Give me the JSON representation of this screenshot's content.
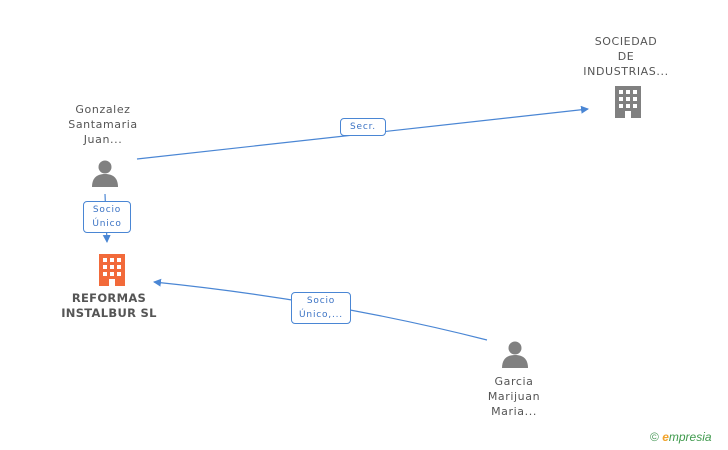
{
  "nodes": {
    "gonzalez": {
      "lines": [
        "Gonzalez",
        "Santamaria",
        "Juan..."
      ],
      "type": "person"
    },
    "sociedad": {
      "lines": [
        "SOCIEDAD",
        "DE",
        "INDUSTRIAS..."
      ],
      "type": "company"
    },
    "reformas": {
      "lines": [
        "REFORMAS",
        "INSTALBUR SL"
      ],
      "type": "company-main"
    },
    "garcia": {
      "lines": [
        "Garcia",
        "Marijuan",
        "Maria..."
      ],
      "type": "person"
    }
  },
  "edges": {
    "secr": {
      "lines": [
        "Secr."
      ]
    },
    "socio_unico": {
      "lines": [
        "Socio",
        "Único"
      ]
    },
    "socio_unico2": {
      "lines": [
        "Socio",
        "Único,..."
      ]
    }
  },
  "colors": {
    "edge": "#4a86d4",
    "person_icon": "#808080",
    "company_icon": "#808080",
    "main_company_icon": "#f26a3a"
  },
  "watermark": {
    "copyright": "©",
    "brand_e": "e",
    "brand_rest": "mpresia"
  }
}
